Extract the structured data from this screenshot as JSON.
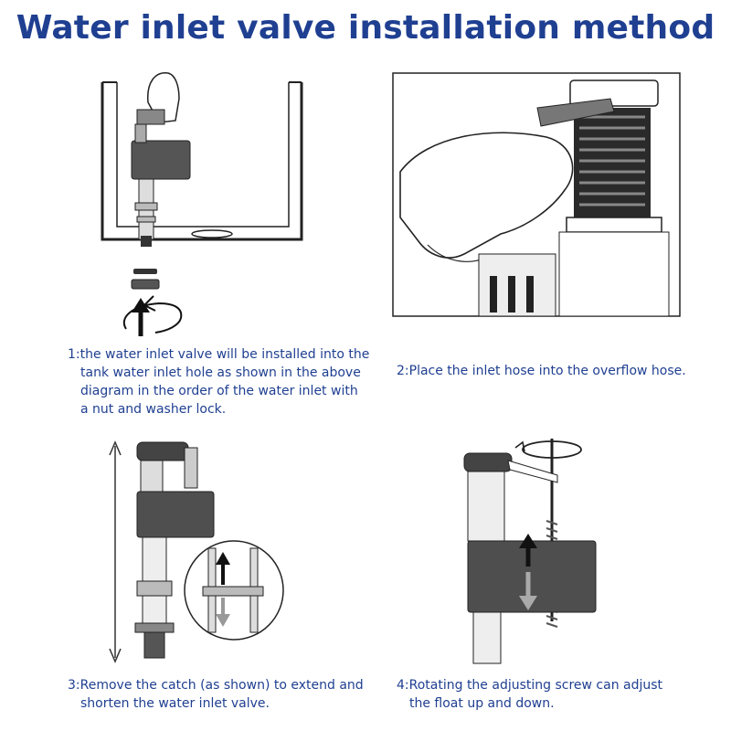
{
  "title": "Water inlet valve installation method",
  "steps": [
    {
      "lines": [
        "1:the water inlet valve will be installed into the",
        "tank water inlet hole as shown in the above",
        "diagram in the order of the water inlet with",
        "a nut and washer lock."
      ]
    },
    {
      "lines": [
        "2:Place the inlet hose into the overflow hose."
      ]
    },
    {
      "lines": [
        "3:Remove the catch (as shown) to extend and",
        "shorten the water inlet valve."
      ]
    },
    {
      "lines": [
        "4:Rotating the adjusting screw can adjust",
        "the float up and down."
      ]
    }
  ],
  "colors": {
    "title": "#1f3f91",
    "caption": "#1f3f91",
    "valve_body": "#555555",
    "line": "#222222"
  }
}
